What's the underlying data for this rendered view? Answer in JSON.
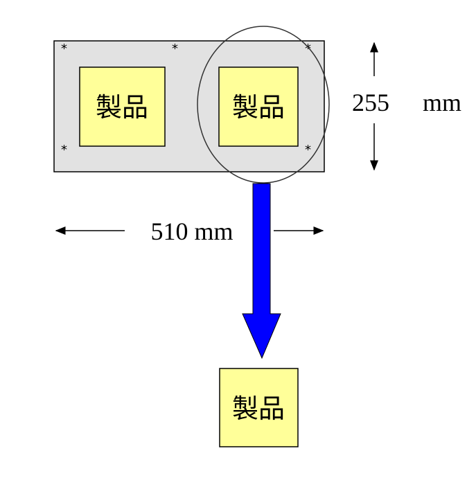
{
  "product_label": "製品",
  "products": [
    {
      "label": "製品"
    },
    {
      "label": "製品"
    },
    {
      "label": "製品"
    }
  ],
  "dimensions": {
    "height_value": "255",
    "height_unit": "mm",
    "width_label": "510 mm"
  },
  "colors": {
    "panel": "#e2e2e2",
    "product": "#ffff99",
    "arrow": "#0000ff"
  },
  "markers": [
    "*",
    "*",
    "*",
    "*",
    "*"
  ]
}
